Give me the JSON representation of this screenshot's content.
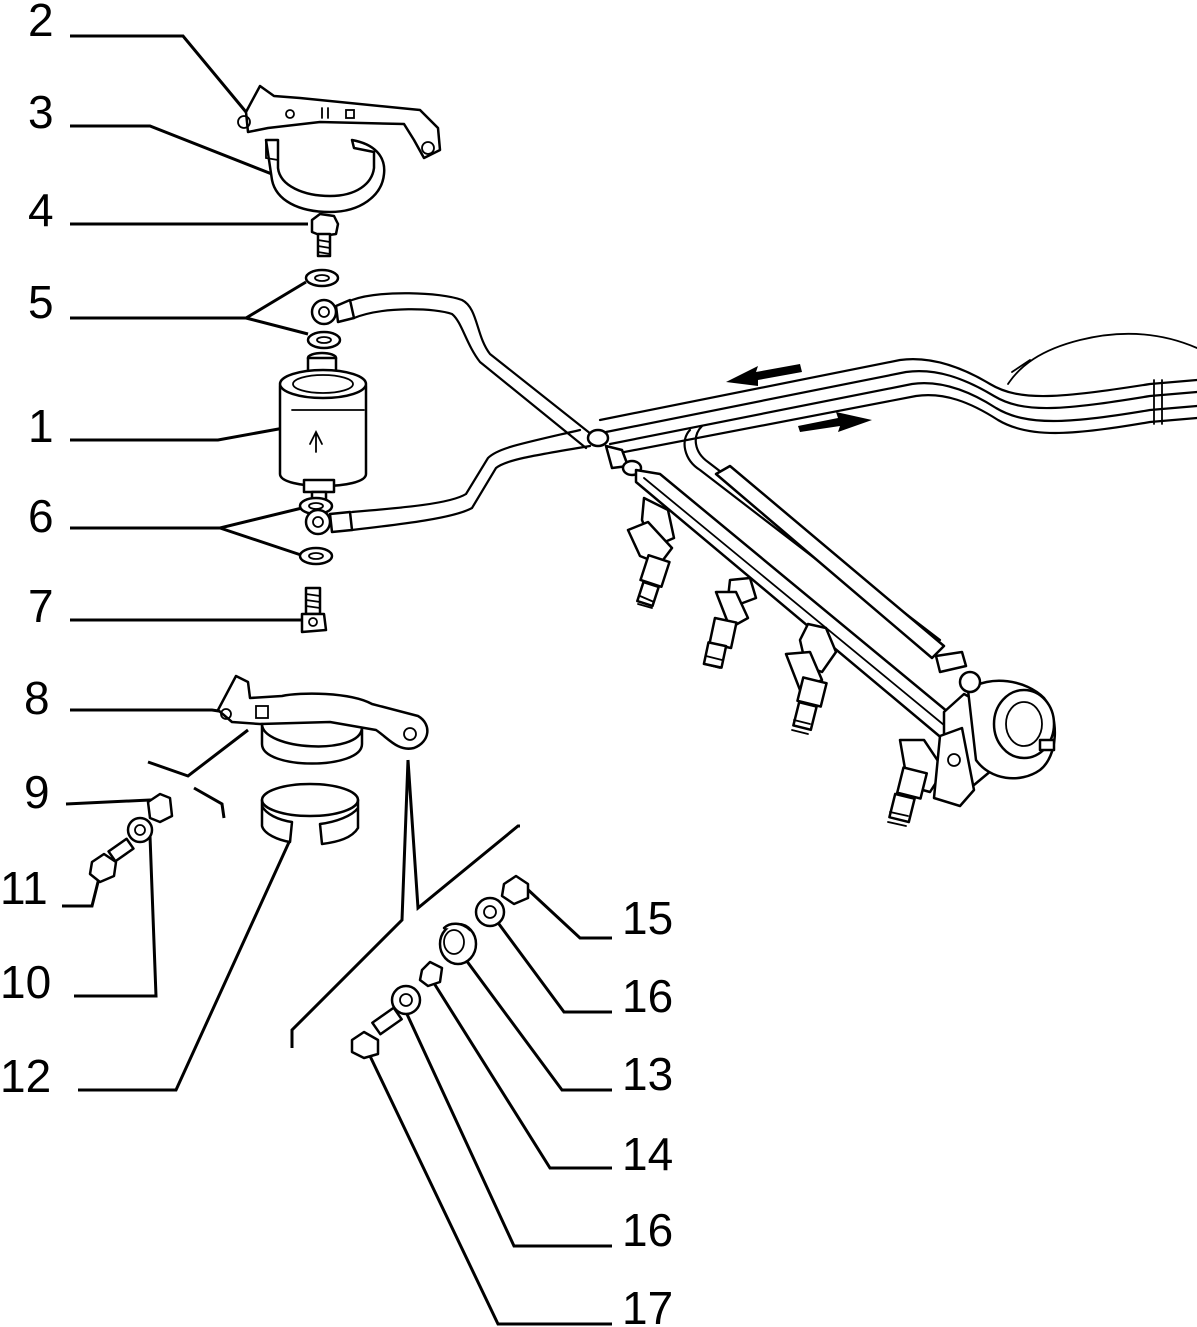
{
  "diagram": {
    "callouts": [
      {
        "id": "c2",
        "number": "2"
      },
      {
        "id": "c3",
        "number": "3"
      },
      {
        "id": "c4",
        "number": "4"
      },
      {
        "id": "c5",
        "number": "5"
      },
      {
        "id": "c1",
        "number": "1"
      },
      {
        "id": "c6",
        "number": "6"
      },
      {
        "id": "c7",
        "number": "7"
      },
      {
        "id": "c8",
        "number": "8"
      },
      {
        "id": "c9",
        "number": "9"
      },
      {
        "id": "c11",
        "number": "11"
      },
      {
        "id": "c10",
        "number": "10"
      },
      {
        "id": "c12",
        "number": "12"
      },
      {
        "id": "c15",
        "number": "15"
      },
      {
        "id": "c16a",
        "number": "16"
      },
      {
        "id": "c13",
        "number": "13"
      },
      {
        "id": "c14",
        "number": "14"
      },
      {
        "id": "c16b",
        "number": "16"
      },
      {
        "id": "c17",
        "number": "17"
      }
    ],
    "colors": {
      "ink": "#000000",
      "paper": "#ffffff"
    }
  }
}
